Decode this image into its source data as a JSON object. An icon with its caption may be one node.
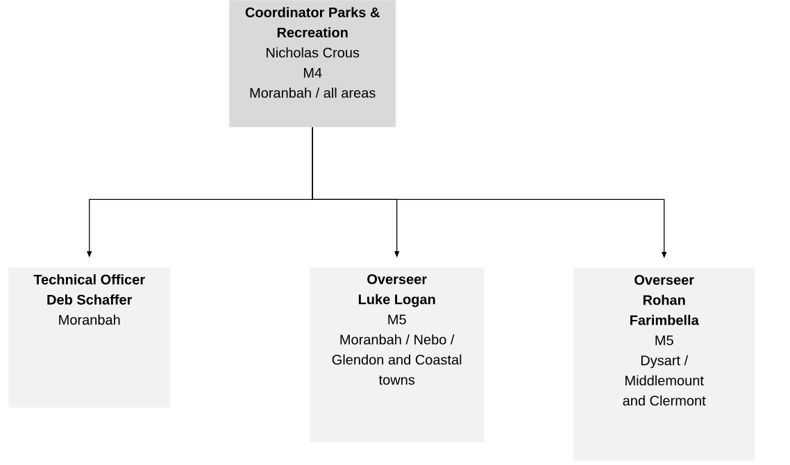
{
  "diagram": {
    "nodes": [
      {
        "text": [
          "Coordinator Parks & Recreation",
          "Nicholas Crous",
          "M4",
          "Moranbah / all areas"
        ]
      },
      {
        "text": [
          "Technical Officer",
          "Deb Schaffer",
          "Moranbah"
        ]
      },
      {
        "text": [
          "Overseer",
          "Luke Logan",
          "M5",
          "Moranbah / Nebo / Glendon and Coastal towns"
        ]
      },
      {
        "text": [
          "Overseer",
          "Rohan Farimbella",
          "M5",
          "Dysart / Middlemount and Clermont"
        ]
      }
    ],
    "edges": [
      {
        "from": 0,
        "to": 1,
        "arrow": "to"
      },
      {
        "from": 0,
        "to": 2,
        "arrow": "to"
      },
      {
        "from": 0,
        "to": 3,
        "arrow": "to"
      }
    ]
  }
}
